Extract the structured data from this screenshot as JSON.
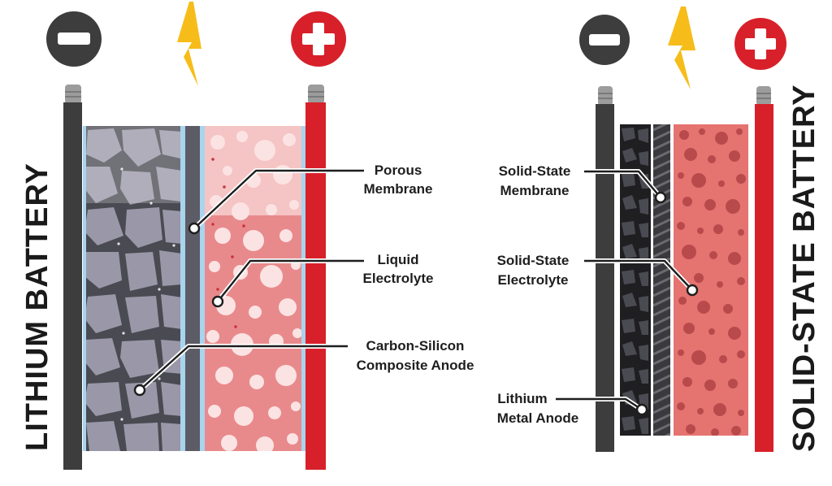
{
  "lithium": {
    "title": "LITHIUM BATTERY",
    "labels": {
      "porous_1": "Porous",
      "porous_2": "Membrane",
      "liquid_1": "Liquid",
      "liquid_2": "Electrolyte",
      "anode_1": "Carbon-Silicon",
      "anode_2": "Composite Anode"
    }
  },
  "solid": {
    "title": "SOLID-STATE BATTERY",
    "labels": {
      "membrane_1": "Solid-State",
      "membrane_2": "Membrane",
      "electrolyte_1": "Solid-State",
      "electrolyte_2": "Electrolyte",
      "anode_1": "Lithium",
      "anode_2": "Metal Anode"
    }
  },
  "colors": {
    "terminal_neg": "#3d3d3d",
    "terminal_pos": "#d8202a",
    "bolt": "#f6bd1a",
    "anode_fill": "#9a98a8",
    "anode_dark": "#4a4a52",
    "membrane_blue": "#a8d4ee",
    "electrolyte_pink": "#e88a8c",
    "solid_electrolyte": "#e57370"
  }
}
